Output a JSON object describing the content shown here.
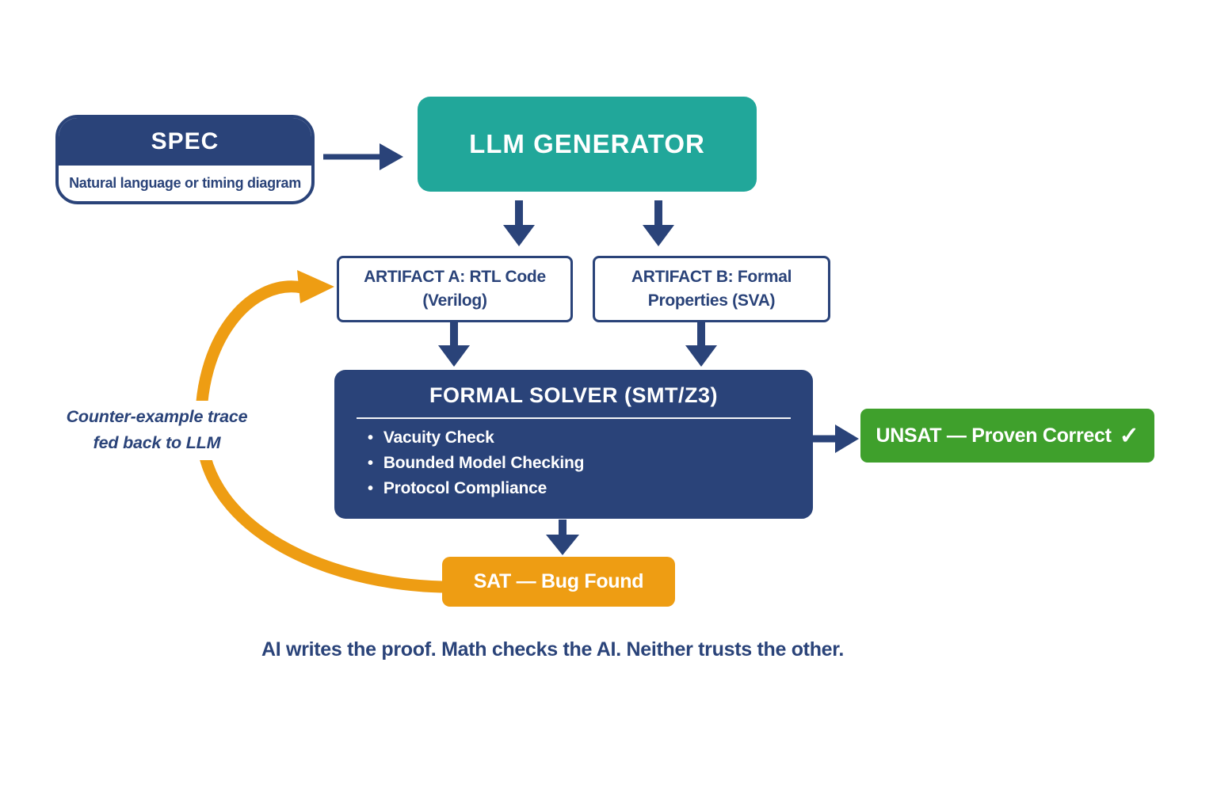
{
  "colors": {
    "navy": "#2a4379",
    "teal": "#21a79a",
    "green": "#3fa02c",
    "orange": "#ee9d13",
    "white": "#ffffff"
  },
  "spec_box": {
    "title": "SPEC",
    "subtitle": "Natural language or timing diagram"
  },
  "llm_box": {
    "title": "LLM GENERATOR"
  },
  "artifact_a_box": {
    "label": "ARTIFACT A: RTL Code (Verilog)"
  },
  "artifact_b_box": {
    "label": "ARTIFACT B: Formal Properties (SVA)"
  },
  "solver_box": {
    "title": "FORMAL SOLVER (SMT/Z3)",
    "bullet_glyph": "•",
    "bullets": [
      "Vacuity Check",
      "Bounded Model Checking",
      "Protocol Compliance"
    ]
  },
  "unsat_box": {
    "label": "UNSAT — Proven Correct",
    "check_icon": "✓"
  },
  "sat_box": {
    "label": "SAT — Bug Found"
  },
  "feedback_label": {
    "text": "Counter-example trace fed back to LLM"
  },
  "caption": {
    "text": "AI writes the proof. Math checks the AI. Neither trusts the other."
  }
}
